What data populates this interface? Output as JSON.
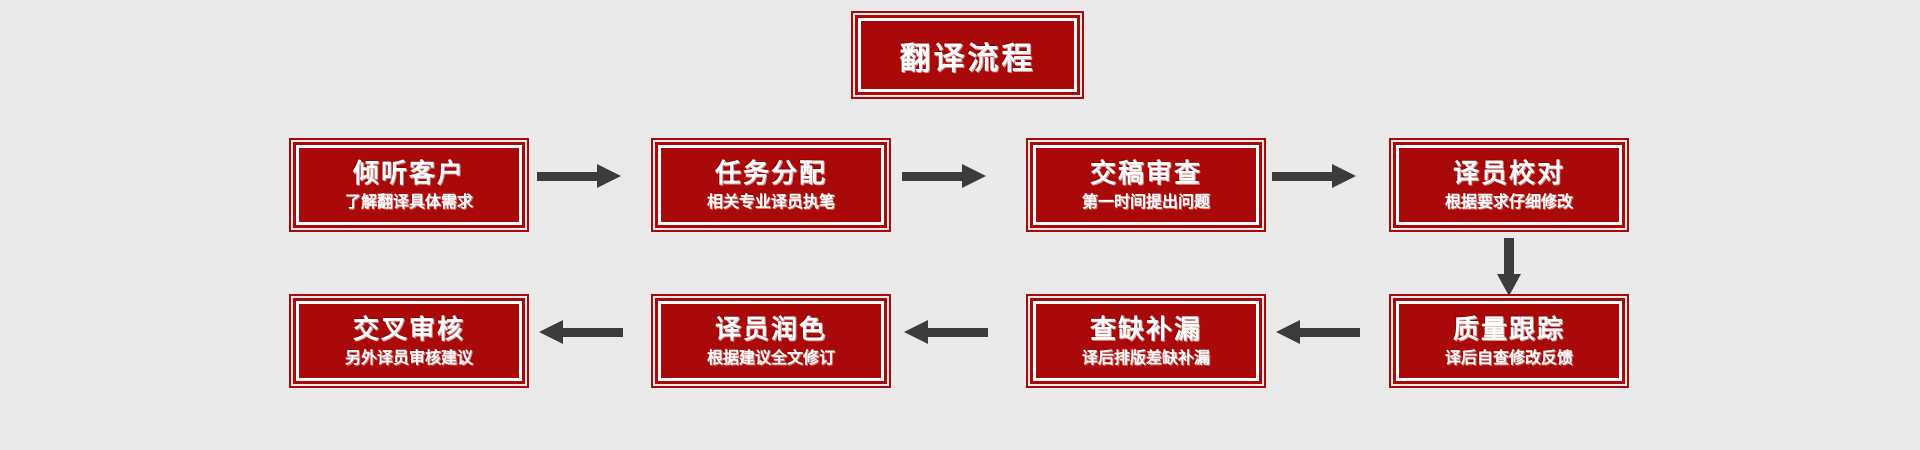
{
  "diagram": {
    "background_color": "#eaeaea",
    "box_fill_color": "#a90909",
    "box_text_color": "#ffffff",
    "arrow_color": "#3c3c3c",
    "title": {
      "label": "翻译流程"
    },
    "row1": [
      {
        "title": "倾听客户",
        "subtitle": "了解翻译具体需求"
      },
      {
        "title": "任务分配",
        "subtitle": "相关专业译员执笔"
      },
      {
        "title": "交稿审查",
        "subtitle": "第一时间提出问题"
      },
      {
        "title": "译员校对",
        "subtitle": "根据要求仔细修改"
      }
    ],
    "row2": [
      {
        "title": "交叉审核",
        "subtitle": "另外译员审核建议"
      },
      {
        "title": "译员润色",
        "subtitle": "根据建议全文修订"
      },
      {
        "title": "查缺补漏",
        "subtitle": "译后排版差缺补漏"
      },
      {
        "title": "质量跟踪",
        "subtitle": "译后自查修改反馈"
      }
    ]
  }
}
